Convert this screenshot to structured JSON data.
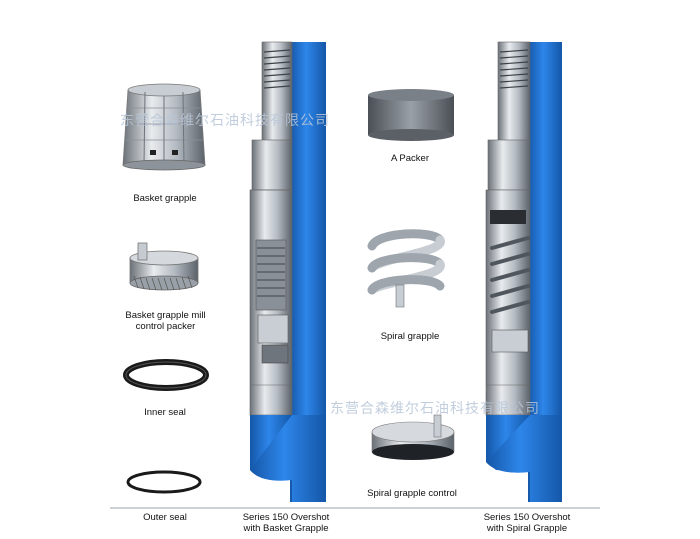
{
  "labels": {
    "basket_grapple": "Basket grapple",
    "basket_grapple_mill_control_packer_1": "Basket grapple mill",
    "basket_grapple_mill_control_packer_2": "control packer",
    "inner_seal": "Inner seal",
    "outer_seal": "Outer seal",
    "overshot_basket_1": "Series 150 Overshot",
    "overshot_basket_2": "with Basket Grapple",
    "a_packer": "A Packer",
    "spiral_grapple": "Spiral grapple",
    "spiral_grapple_control": "Spiral grapple  control",
    "overshot_spiral_1": "Series 150 Overshot",
    "overshot_spiral_2": "with Spiral Grapple"
  },
  "watermarks": {
    "top": "东营合森维尔石油科技有限公司",
    "bottom": "东营合森维尔石油科技有限公司"
  },
  "colors": {
    "tool_blue": "#1f73d6",
    "tool_blue_dark": "#1457a8",
    "steel_light": "#d9dde2",
    "steel_mid": "#a8aeb6",
    "steel_dark": "#5f656d",
    "seal_black": "#1a1a1a",
    "baseline": "#9aa3ad"
  }
}
